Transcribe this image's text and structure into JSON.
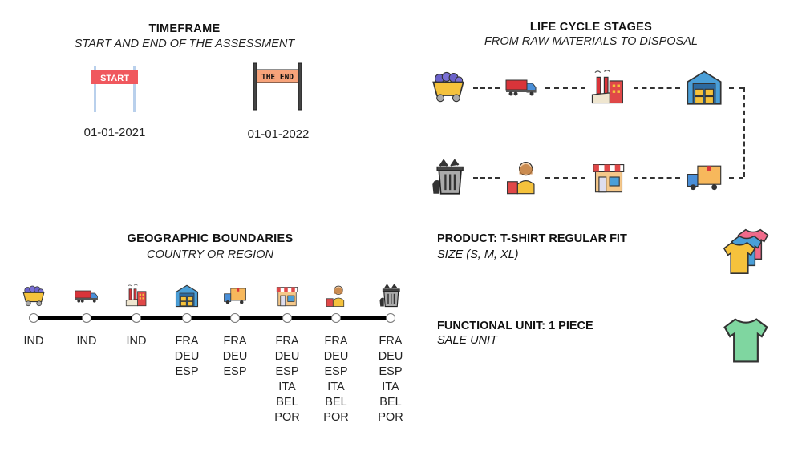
{
  "timeframe": {
    "title": "TIMEFRAME",
    "subtitle": "START AND END OF THE ASSESSMENT",
    "start_date": "01-01-2021",
    "end_date": "01-01-2022",
    "start_banner": "START",
    "end_banner": "THE END"
  },
  "life_cycle": {
    "title": "LIFE CYCLE STAGES",
    "subtitle": "FROM RAW MATERIALS TO DISPOSAL",
    "stages": [
      "raw-materials",
      "transport",
      "manufacturing",
      "warehouse",
      "distribution",
      "retail",
      "use",
      "disposal"
    ]
  },
  "geography": {
    "title": "GEOGRAPHIC  BOUNDARIES",
    "subtitle": "COUNTRY OR REGION",
    "columns": [
      {
        "icon": "mine-cart-icon",
        "codes": [
          "IND"
        ]
      },
      {
        "icon": "truck-icon",
        "codes": [
          "IND"
        ]
      },
      {
        "icon": "factory-icon",
        "codes": [
          "IND"
        ]
      },
      {
        "icon": "warehouse-icon",
        "codes": [
          "FRA",
          "DEU",
          "ESP"
        ]
      },
      {
        "icon": "delivery-truck-icon",
        "codes": [
          "FRA",
          "DEU",
          "ESP"
        ]
      },
      {
        "icon": "shop-icon",
        "codes": [
          "FRA",
          "DEU",
          "ESP",
          "ITA",
          "BEL",
          "POR"
        ]
      },
      {
        "icon": "shopper-icon",
        "codes": [
          "FRA",
          "DEU",
          "ESP",
          "ITA",
          "BEL",
          "POR"
        ]
      },
      {
        "icon": "trash-bin-icon",
        "codes": [
          "FRA",
          "DEU",
          "ESP",
          "ITA",
          "BEL",
          "POR"
        ]
      }
    ]
  },
  "product": {
    "title": "PRODUCT: T-SHIRT REGULAR FIT",
    "subtitle": "SIZE (S, M, XL)"
  },
  "functional_unit": {
    "title": "FUNCTIONAL UNIT: 1 PIECE",
    "subtitle": "SALE UNIT"
  }
}
